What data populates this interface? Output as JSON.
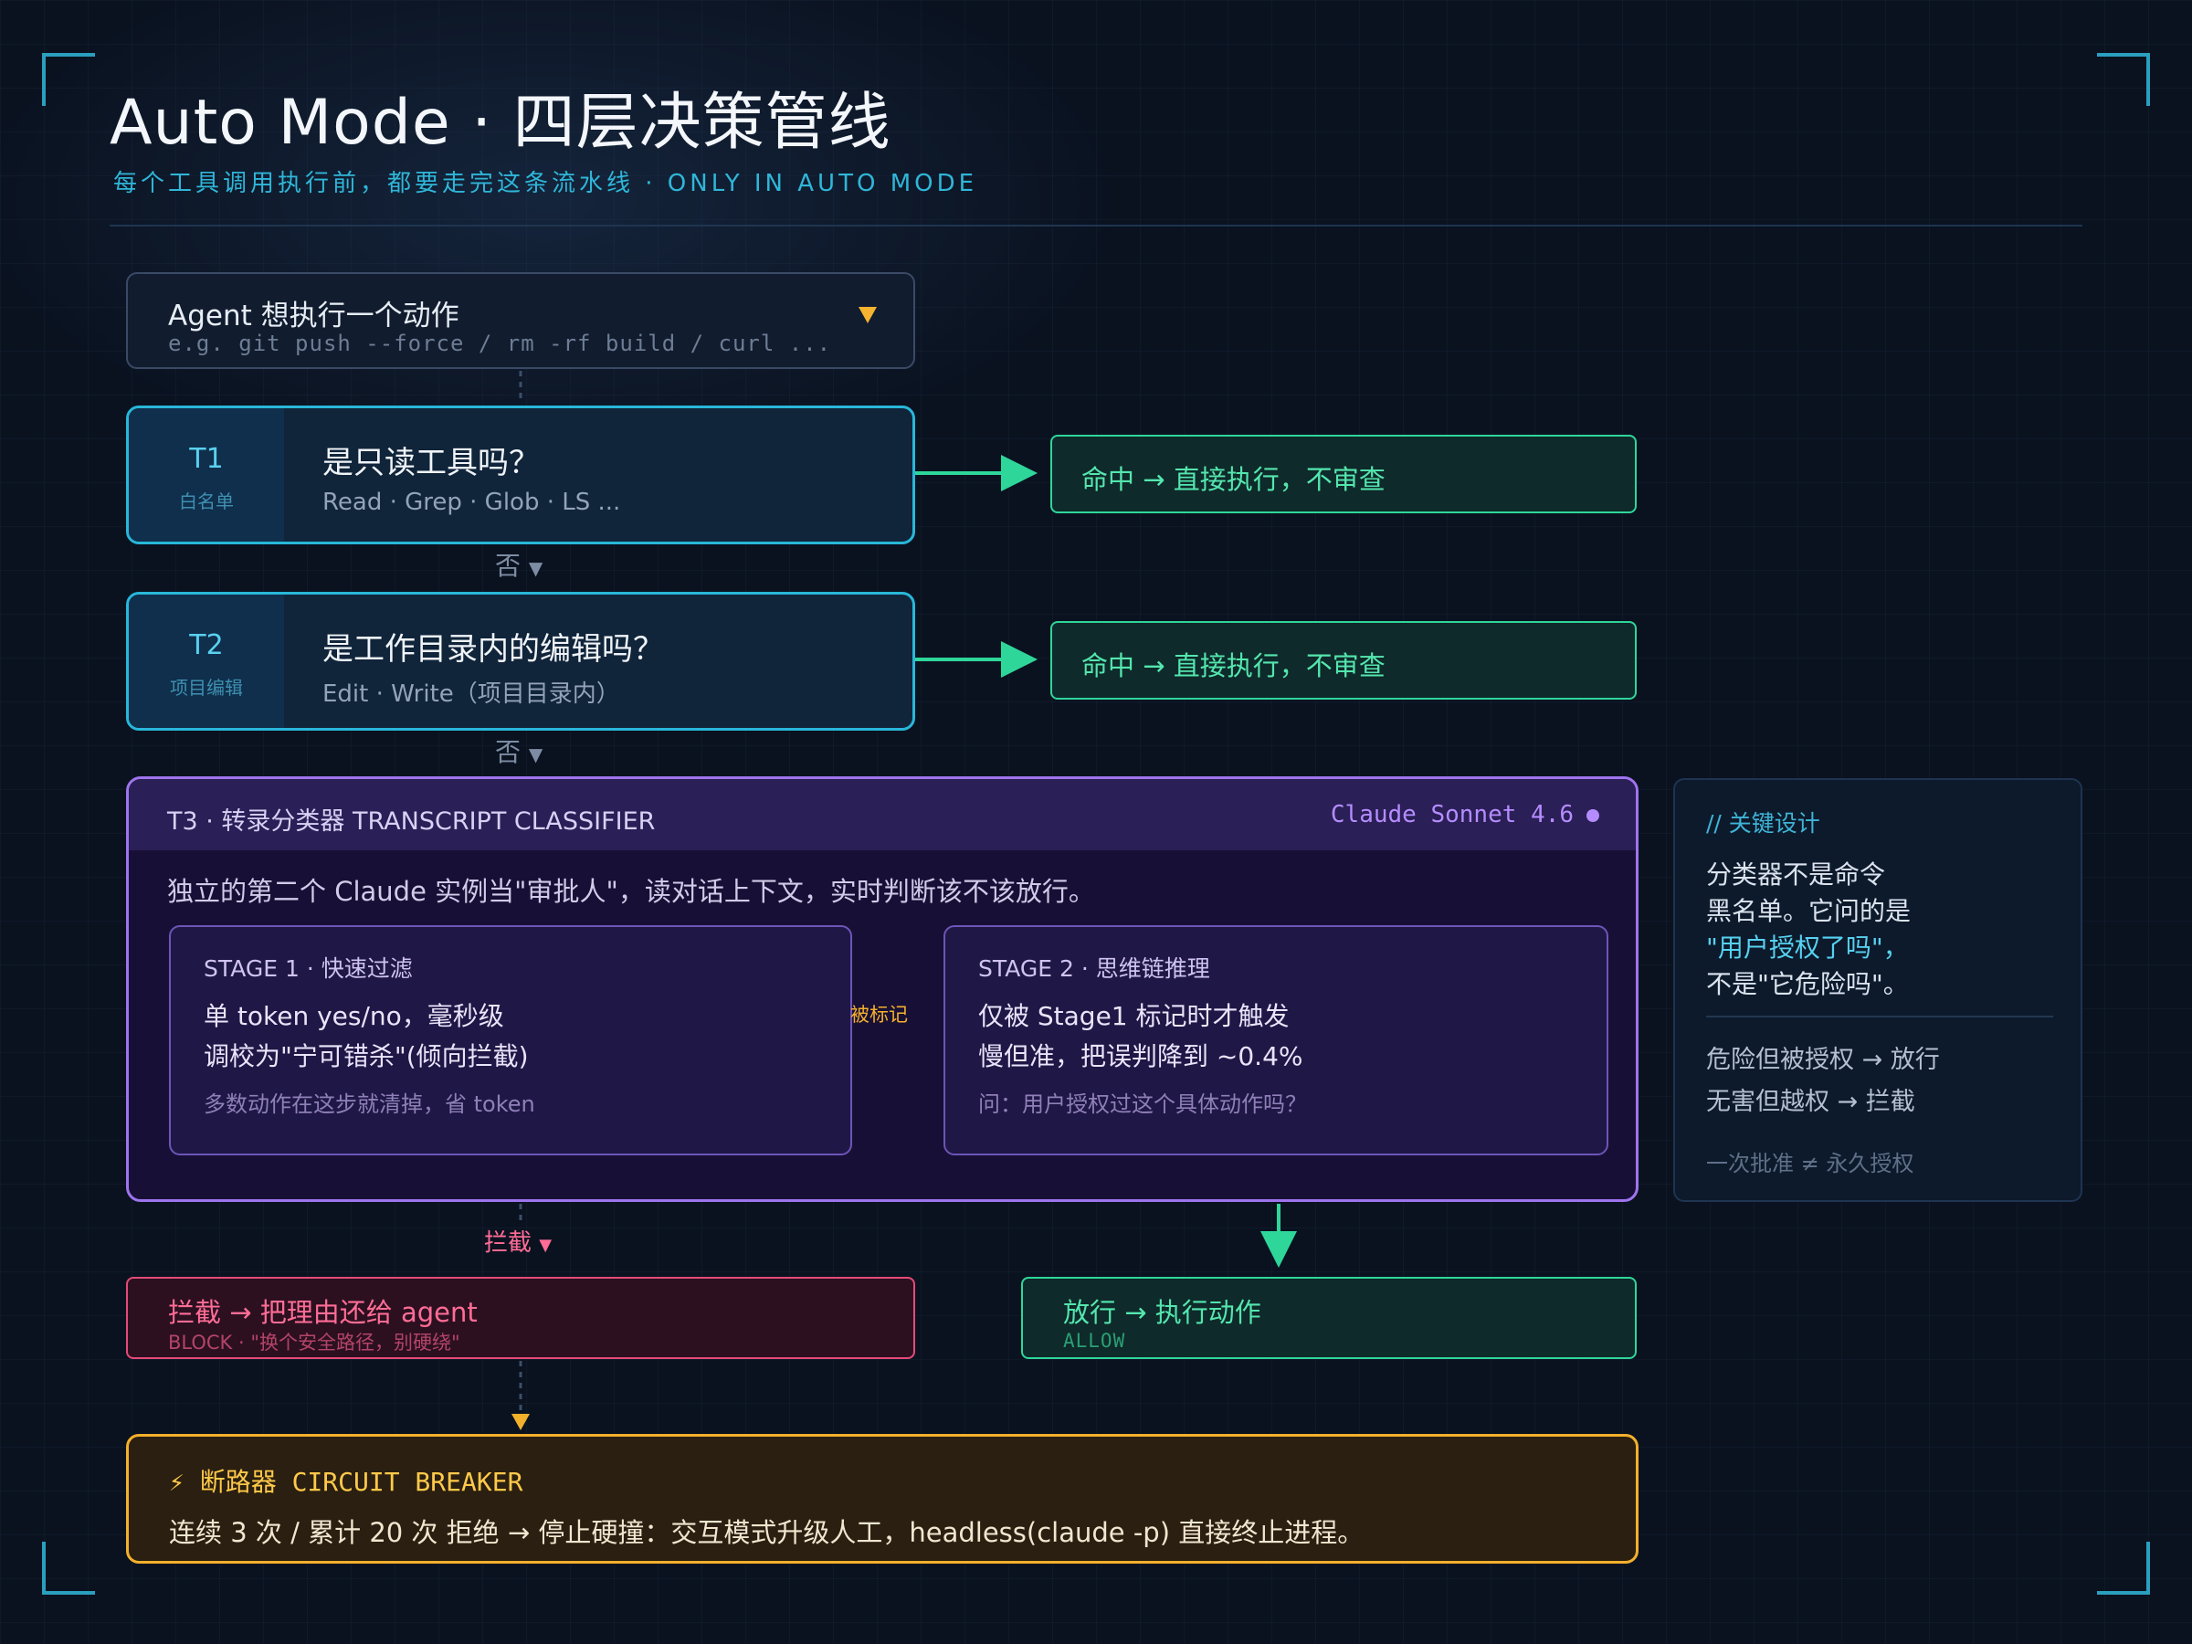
{
  "header": {
    "title": "Auto Mode · 四层决策管线",
    "subtitle": "每个工具调用执行前，都要走完这条流水线 · ONLY IN AUTO MODE"
  },
  "agent": {
    "title": "Agent 想执行一个动作",
    "example": "e.g. git push --force / rm -rf build / curl ..."
  },
  "tiers": [
    {
      "id": "T1",
      "tag": "白名单",
      "question": "是只读工具吗？",
      "tools": "Read · Grep · Glob · LS ...",
      "hit": "命中 → 直接执行，不审查"
    },
    {
      "id": "T2",
      "tag": "项目编辑",
      "question": "是工作目录内的编辑吗？",
      "tools": "Edit · Write（项目目录内）",
      "hit": "命中 → 直接执行，不审查"
    }
  ],
  "no_label": "否",
  "t3": {
    "title": "T3 · 转录分类器 TRANSCRIPT CLASSIFIER",
    "model": "Claude Sonnet 4.6",
    "description": "独立的第二个 Claude 实例当\"审批人\"，读对话上下文，实时判断该不该放行。",
    "flag_label": "被标记",
    "stage1": {
      "heading": "STAGE 1 · 快速过滤",
      "line1": "单 token yes/no，毫秒级",
      "line2": "调校为\"宁可错杀\"(倾向拦截)",
      "note": "多数动作在这步就清掉，省 token"
    },
    "stage2": {
      "heading": "STAGE 2 · 思维链推理",
      "line1": "仅被 Stage1 标记时才触发",
      "line2": "慢但准，把误判降到 ~0.4%",
      "note": "问：用户授权过这个具体动作吗？"
    }
  },
  "note": {
    "heading": "// 关键设计",
    "body": [
      "分类器不是命令",
      "黑名单。它问的是",
      "\"用户授权了吗\"，",
      "不是\"它危险吗\"。"
    ],
    "rule1": "危险但被授权 → 放行",
    "rule2": "无害但越权 → 拦截",
    "footer": "一次批准 ≠ 永久授权"
  },
  "block_label": "拦截",
  "block": {
    "title": "拦截 → 把理由还给 agent",
    "sub": "BLOCK · \"换个安全路径，别硬绕\""
  },
  "allow": {
    "title": "放行 → 执行动作",
    "sub": "ALLOW"
  },
  "breaker": {
    "title": "⚡ 断路器 CIRCUIT BREAKER",
    "body": "连续 3 次 / 累计 20 次 拒绝 → 停止硬撞：交互模式升级人工，headless(claude -p) 直接终止进程。"
  },
  "colors": {
    "accent_cyan": "#28b7d9",
    "allow_green": "#2fd69a",
    "classifier_purple": "#9f74ee",
    "block_red": "#e64a78",
    "breaker_amber": "#f3b02b"
  }
}
